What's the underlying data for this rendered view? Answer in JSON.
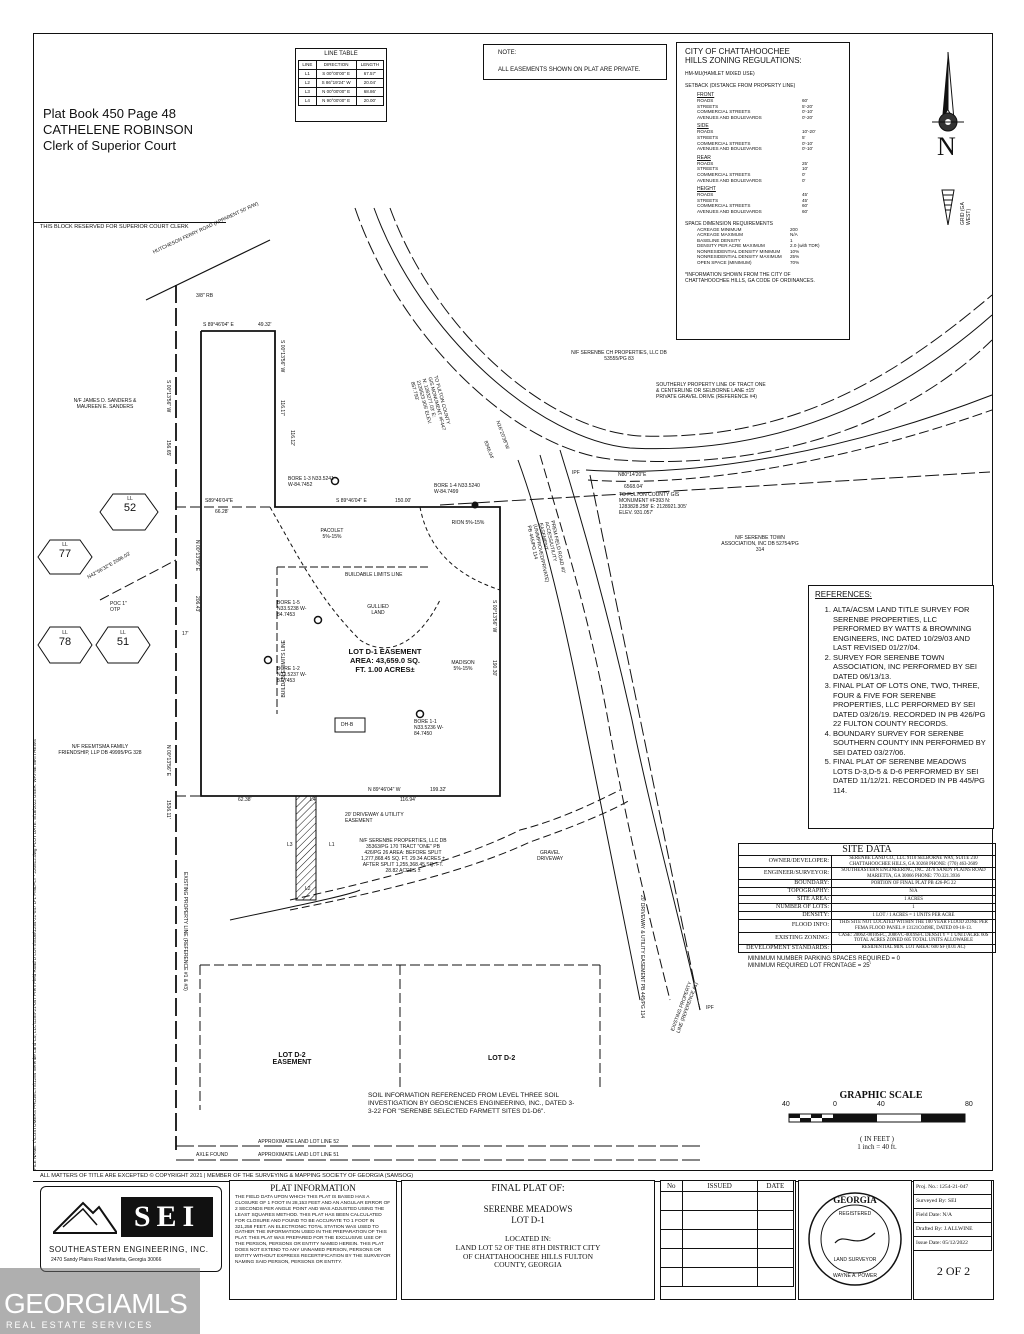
{
  "recording": {
    "lines": [
      "Plat Book 450 Page 48",
      "CATHELENE ROBINSON",
      "Clerk of Superior Court"
    ],
    "reserved_note": "THIS BLOCK RESERVED FOR SUPERIOR COURT CLERK"
  },
  "line_table": {
    "title": "LINE TABLE",
    "headers": [
      "LINE",
      "DIRECTION",
      "LENGTH"
    ],
    "rows": [
      [
        "L1",
        "S 00°00'00\" E",
        "67.57'"
      ],
      [
        "L2",
        "S 86°19'24\" W",
        "20.04'"
      ],
      [
        "L3",
        "N 00°00'00\" E",
        "68.86'"
      ],
      [
        "L4",
        "N 90°00'00\" E",
        "20.00'"
      ]
    ]
  },
  "note": {
    "title": "NOTE:",
    "text": "ALL EASEMENTS SHOWN ON PLAT ARE PRIVATE."
  },
  "zoning": {
    "title": "CITY OF CHATTAHOOCHEE HILLS ZONING REGULATIONS:",
    "district": "HM-MU(HAMLET MIXED USE)",
    "setback_title": "SETBACK (DISTANCE FROM PROPERTY LINE)",
    "sections": [
      {
        "label": "FRONT",
        "rows": [
          [
            "ROADS",
            "60'"
          ],
          [
            "STREETS",
            "5'-20'"
          ],
          [
            "COMMERCIAL STREETS",
            "0'-10'"
          ],
          [
            "AVENUES AND BOULEVARDS",
            "0'-20'"
          ]
        ]
      },
      {
        "label": "SIDE",
        "rows": [
          [
            "ROADS",
            "10'-20'"
          ],
          [
            "STREETS",
            "5'"
          ],
          [
            "COMMERCIAL STREETS",
            "0'-10'"
          ],
          [
            "AVENUES AND BOULEVARDS",
            "0'-10'"
          ]
        ]
      },
      {
        "label": "REAR",
        "rows": [
          [
            "ROADS",
            "25'"
          ],
          [
            "STREETS",
            "10'"
          ],
          [
            "COMMERCIAL STREETS",
            "0'"
          ],
          [
            "AVENUES AND BOULEVARDS",
            "0'"
          ]
        ]
      },
      {
        "label": "HEIGHT",
        "rows": [
          [
            "ROADS",
            "45'"
          ],
          [
            "STREETS",
            "45'"
          ],
          [
            "COMMERCIAL STREETS",
            "60'"
          ],
          [
            "AVENUES AND BOULEVARDS",
            "60'"
          ]
        ]
      }
    ],
    "space_title": "SPACE DIMENSION REQUIREMENTS",
    "space_rows": [
      [
        "ACREAGE MINIMUM",
        "200"
      ],
      [
        "ACREAGE MAXIMUM",
        "N/A"
      ],
      [
        "BASELINE DENSITY",
        "1"
      ],
      [
        "DENSITY PER ACRE MAXIMUM",
        "2.0 (with TDR)"
      ],
      [
        "NONRESIDENTIAL DENSITY MINIMUM",
        "10%"
      ],
      [
        "NONRESIDENTIAL DENSITY MAXIMUM",
        "25%"
      ],
      [
        "OPEN SPACE (MINIMUM)",
        "70%"
      ]
    ],
    "footnote": "*INFORMATION SHOWN FROM THE CITY OF CHATTAHOOCHEE HILLS, GA CODE OF ORDINANCES."
  },
  "north_arrow": {
    "letter": "N",
    "grid_label": "GRID (GA WEST)"
  },
  "references": {
    "title": "REFERENCES:",
    "items": [
      "ALTA/ACSM LAND TITLE SURVEY FOR SERENBE PROPERTIES, LLC PERFORMED BY WATTS & BROWNING ENGINEERS, INC DATED 10/29/03 AND LAST REVISED 01/27/04.",
      "SURVEY FOR SERENBE TOWN ASSOCIATION, INC PERFORMED BY SEI DATED 06/13/13.",
      "FINAL PLAT OF LOTS ONE, TWO, THREE, FOUR & FIVE FOR SERENBE PROPERTIES, LLC PERFORMED BY SEI DATED 03/26/19. RECORDED IN PB 426/PG 22 FULTON COUNTY RECORDS.",
      "BOUNDARY SURVEY FOR SERENBE SOUTHERN COUNTY INN PERFORMED BY SEI DATED 03/27/06.",
      "FINAL PLAT OF SERENBE MEADOWS LOTS D-3,D-5 & D-6 PERFORMED BY SEI DATED 11/12/21. RECORDED IN PB 445/PG 114."
    ]
  },
  "site_data": {
    "title": "SITE DATA",
    "rows": [
      [
        "OWNER/DEVELOPER:",
        "SERENBE LAND CO., LLC 9110 SELBORNE WAY, SUITE 210 CHATTAHOOCHEE HILLS, GA 30268 PHONE: (770) 463-2609"
      ],
      [
        "ENGINEER/SURVEYOR:",
        "SOUTHEASTERN ENGINEERING, INC. 2470 SANDY PLAINS ROAD MARIETTA, GA 30066 PHONE: 770.321.3936"
      ],
      [
        "BOUNDARY:",
        "PORTION OF FINAL PLAT PB 426-PG 22"
      ],
      [
        "TOPOGRAPHY:",
        "N/A"
      ],
      [
        "SITE AREA:",
        "1 ACRES"
      ],
      [
        "NUMBER OF LOTS:",
        "1"
      ],
      [
        "DENSITY:",
        "1 LOT / 1 ACRES = 1 UNITS PER ACRE"
      ],
      [
        "FLOOD INFO:",
        "THIS SITE NOT LOCATED WITHIN THE 100 YEAR FLOOD ZONE PER FEMA FLOOD PANEL # 13121C0498E, DATED 09-18-13."
      ],
      [
        "EXISTING ZONING:",
        "CASE: 2006Z-0010SFC, 2006VC-0019SFC DENSITY = 1 UNIT/ACRE 60S TOTAL ACRES ZONED 605 TOTAL UNITS ALLOWABLE"
      ],
      [
        "DEVELOPMENT STANDARDS:",
        "RESIDENTIAL MIN. LOT AREA: 600 SF (0.01 AC)"
      ]
    ],
    "notes": [
      "MINIMUM NUMBER PARKING SPACES REQUIRED = 0",
      "MINIMUM REQUIRED LOT FRONTAGE = 25'"
    ]
  },
  "graphic_scale": {
    "title": "GRAPHIC SCALE",
    "ticks": [
      "40",
      "0",
      "40",
      "80"
    ],
    "unit": "( IN FEET )",
    "ratio": "1 inch = 40 ft."
  },
  "plan_labels": {
    "hutcheson": "HUTCHESON FERRY ROAD (APPARENT 50' R/W)",
    "rb": "3/8\" RB",
    "top_bearing": "S 89°46'04\" E",
    "top_dist": "49.32'",
    "east_seg_bearing": "S 00°13'56\" W",
    "east_seg_dist1": "116.17'",
    "east_seg_dist2": "116.12'",
    "west_bearing": "S 00°13'56\" W",
    "west_dist": "156.65'",
    "sanders": "N/F JAMES D. SANDERS & MAUREEN E. SANDERS",
    "ll52": "52",
    "ll77": "77",
    "ll78": "78",
    "ll51": "51",
    "ll_tag": "LL",
    "bore13": "BORE 1-3 N33.5241 W-84.7452",
    "bore14": "BORE 1-4 N33.5240 W-84.7499",
    "mid_bearing": "S 89°46'04\" E",
    "mid_dist": "150.00'",
    "left_bearing": "S89°46'04\"E",
    "left_dist": "66.28'",
    "pacolet": "PACOLET 5%-15%",
    "rion": "RION 5%-15%",
    "buildable_top": "BUILDABLE LIMITS LINE",
    "buildable_side": "BUILDABLE LIMITS LINE",
    "tie": "N42°56'32\"E 2096.03'",
    "poc": "POC 1\" OTP",
    "bore15": "BORE 1-5 N33.5238 W-84.7453",
    "gullied": "GULLIED LAND",
    "side17": "17'",
    "west2_bearing": "N 00°13'56\" E",
    "west2_dist": "206.43'",
    "lot_title": "LOT D-1 EASEMENT AREA: 43,659.0 SQ. FT. 1.00 ACRES±",
    "bore12": "BORE 1-2 N33.5237 W-87.7453",
    "madison": "MADISON 5%-15%",
    "dhb": "DH-B",
    "bore11": "BORE 1-1 N33.5236 W-84.7450",
    "east_bearing": "S 00°13'56\" W",
    "east_dist": "190.30'",
    "reemtsma": "N/F REEMTSMA FAMILY FRIENDSHIP, LLP DB 49995/PG 328",
    "bottom_bearing": "N 89°46'04\" W",
    "bottom_dist": "199.32'",
    "bottom_left": "62.38'",
    "bottom_right": "116.94'",
    "l4": "L4",
    "l1": "L1",
    "l3": "L3",
    "l2": "L2",
    "driveway_ease": "20' DRIVEWAY & UTILITY EASEMENT",
    "west3_bearing": "N 00°13'56\" E",
    "west3_dist": "1536.11'",
    "existing_line": "EXISTING PROPERTY LINE (REFERENCE #1 & #3)",
    "serenbe_props": "N/F SERENBE PROPERTIES, LLC DB 35363/PG 170 TRACT \"ONE\" PB 426/PG 26 AREA: BEFORE SPLIT 1,277,868.45 SQ. FT. 29.34 ACRES ± AFTER SPLIT 1,255,368.45 SQ. FT. 28.82 ACRES ±",
    "gravel_drive": "GRAVEL DRIVEWAY",
    "serenbe_ch": "N/F SERENBE CH PROPERTIES, LLC DB 53555/PG 83",
    "southerly": "SOUTHERLY PROPERTY LINE OF TRACT ONE & CENTERLINE OR SELBORNE LANE ±15' PRIVATE GRAVEL DRIVE (REFERENCE #4)",
    "to_fulton1": "TO FULTON COUNTY GIS MONUMENT #F447 N: 1283277.03' E: 2128523.905' ELEV. 857.793'",
    "ne_bearing": "N16°20'38\"W",
    "ne_dist": "8346.04'",
    "ipf": "IPF",
    "east_tie_bearing": "N80°14'20\"E",
    "east_tie_dist": "6568.04'",
    "to_fulton2": "TO FULTON COUNTY GIS MONUMENT #F393 N: 1283828.258' E: 2128921.305' ELEV. 931.057'",
    "prem_field": "PREM FIELD ROAD 40' ACCESS/UTILITY EASEMENT (UNIMPROVED/PRIVATE) PB 445/PG 114",
    "serenbe_town": "N/F SERENBE TOWN ASSOCIATION, INC DB 52754/PG 314",
    "drive_ease2": "20' DRIVEWAY & UTILITY EASEMENT PB 445/PG 114",
    "ipf2": "IPF",
    "existing_line2": "EXISTING PROPERTY LINE (REFERENCE #1)",
    "lotd2_ease": "LOT D-2 EASEMENT",
    "lotd2": "LOT D-2",
    "soil": "SOIL INFORMATION REFERENCED FROM LEVEL THREE SOIL INVESTIGATION BY GEOSCIENCES ENGINEERING, INC., DATED 3-3-22 FOR \"SERENBE SELECTED FARMETT SITES D1-D6\".",
    "axle": "AXLE FOUND",
    "ll52_line": "APPROXIMATE LAND LOT LINE 52",
    "ll51_line": "APPROXIMATE LAND LOT LINE 51",
    "file_name": "FILE NAME: I:\\CUSTOMERS PROJECTS\\1254 Serenbe Land Co, LLC\\1254-21-047 Prem Field Road D LOTS\\SUB\\1254-21-047 D-1 FINLPLT - 220512.dwg PLOT DATE: 5/18/2022 USER: WAYNE MATTHEWS"
  },
  "footer": {
    "copyright": "ALL MATTERS OF TITLE ARE EXCEPTED © COPYRIGHT 2021  |  MEMBER OF THE SURVEYING & MAPPING SOCIETY OF GEORGIA (SAMSOG)",
    "sei": "SEI",
    "company": "SOUTHEASTERN ENGINEERING, INC.",
    "company_addr": "2470 Sandy Plains Road  Marietta, Georgia 30066",
    "plat_info_title": "PLAT INFORMATION",
    "plat_info": "THE FIELD DATA UPON WHICH THIS PLAT IS BASED HAS A CLOSURE OF 1 FOOT IN 28,153 FEET AND AN ANGULAR ERROR OF 2 SECONDS PER ANGLE POINT AND WAS ADJUSTED USING THE LEAST SQUARES METHOD. THIS PLAT HAS BEEN CALCULATED FOR CLOSURE AND FOUND TO BE ACCURATE TO 1 FOOT IN 321,258 FEET. AN ELECTRONIC TOTAL STATION WAS USED TO GATHER THE INFORMATION USED IN THE PREPARATION OF THIS PLAT. THIS PLAT WAS PREPARED FOR THE EXCLUSIVE USE OF THE PERSON, PERSONS OR ENTITY NAMED HEREIN. THIS PLAT DOES NOT EXTEND TO ANY UNNAMED PERSON, PERSONS OR ENTITY WITHOUT EXPRESS RECERTIFICATION BY THE SURVEYOR NAMING SAID PERSON, PERSONS OR ENTITY.",
    "final_plat_title": "FINAL PLAT OF:",
    "project": "SERENBE MEADOWS LOT D-1",
    "located_in": "LOCATED IN:",
    "location": "LAND LOT 52 OF THE 8TH DISTRICT CITY OF CHATTAHOOCHEE HILLS FULTON COUNTY, GEORGIA",
    "rev_headers": [
      "No",
      "ISSUED",
      "DATE"
    ],
    "seal_top": "GEORGIA",
    "seal_mid": "REGISTERED",
    "seal_bottom": "LAND SURVEYOR",
    "seal_name": "WAYNE A. POWER",
    "info_rows": [
      [
        "Proj. No.:",
        "1254-21-047"
      ],
      [
        "Surveyed By:",
        "SEI"
      ],
      [
        "Field Date:",
        "N/A"
      ],
      [
        "Drafted By:",
        "J.ALLWINE"
      ],
      [
        "Issue Date:",
        "05/12/2022"
      ]
    ],
    "sheet": "2 OF 2"
  },
  "watermark": {
    "brand": "GEORGIAMLS",
    "sub": "REAL ESTATE SERVICES"
  }
}
